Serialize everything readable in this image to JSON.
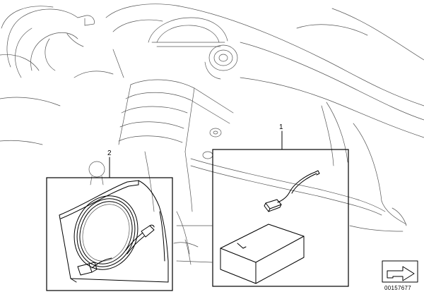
{
  "callouts": {
    "part_1": "1",
    "part_2": "2"
  },
  "document_number": "00157677",
  "icons": {
    "navigation_arrow": "forward-arrow-icon"
  }
}
